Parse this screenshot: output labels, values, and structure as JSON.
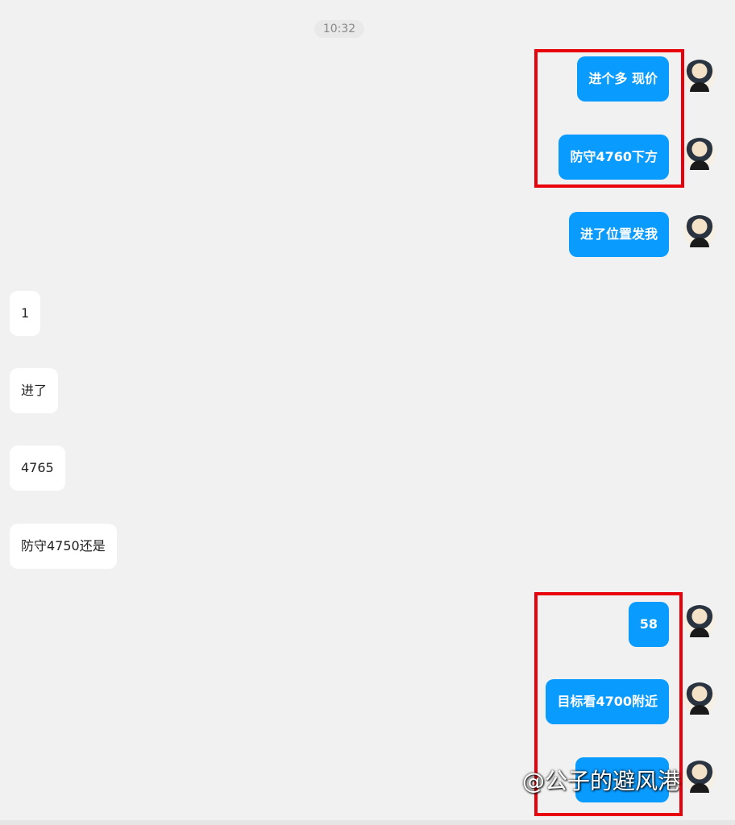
{
  "timestamp": "10:32",
  "messages": [
    {
      "side": "right",
      "text": "进个多 现价"
    },
    {
      "side": "right",
      "text": "防守4760下方"
    },
    {
      "side": "right",
      "text": "进了位置发我"
    },
    {
      "side": "left",
      "text": "1"
    },
    {
      "side": "left",
      "text": "进了"
    },
    {
      "side": "left",
      "text": "4765"
    },
    {
      "side": "left",
      "text": "防守4750还是"
    },
    {
      "side": "right",
      "text": "58"
    },
    {
      "side": "right",
      "text": "目标看4700附近"
    },
    {
      "side": "right",
      "text": ""
    }
  ],
  "watermark": "@公子的避风港",
  "colors": {
    "sent_bubble": "#0a9bff",
    "received_bubble": "#ffffff",
    "highlight": "#e8000b"
  }
}
